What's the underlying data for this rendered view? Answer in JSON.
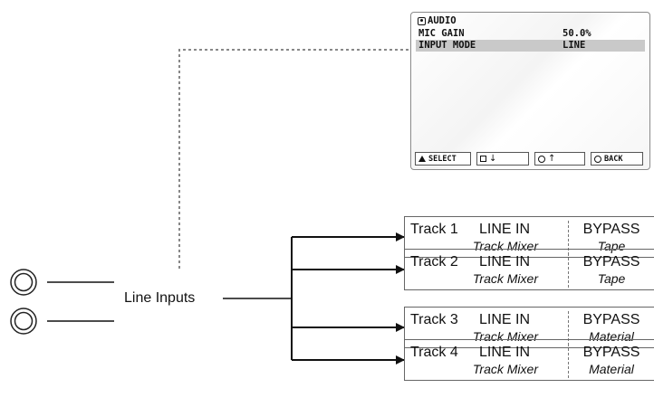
{
  "lcd": {
    "title": "AUDIO",
    "rows": [
      {
        "key": "MIC GAIN",
        "value": "50.0%",
        "selected": false
      },
      {
        "key": "INPUT MODE",
        "value": "LINE",
        "selected": true
      }
    ],
    "softkeys": [
      {
        "symbol": "triangle",
        "label": "SELECT"
      },
      {
        "symbol": "square",
        "label": "↓"
      },
      {
        "symbol": "circle",
        "label": "↑"
      },
      {
        "symbol": "circle",
        "label": "BACK"
      }
    ]
  },
  "inputs_label": "Line Inputs",
  "tracks": [
    {
      "name": "Track 1",
      "source": "LINE IN",
      "mixer": "Track Mixer",
      "output": "BYPASS",
      "destination": "Tape"
    },
    {
      "name": "Track 2",
      "source": "LINE IN",
      "mixer": "Track Mixer",
      "output": "BYPASS",
      "destination": "Tape"
    },
    {
      "name": "Track 3",
      "source": "LINE IN",
      "mixer": "Track Mixer",
      "output": "BYPASS",
      "destination": "Material"
    },
    {
      "name": "Track 4",
      "source": "LINE IN",
      "mixer": "Track Mixer",
      "output": "BYPASS",
      "destination": "Material"
    }
  ]
}
